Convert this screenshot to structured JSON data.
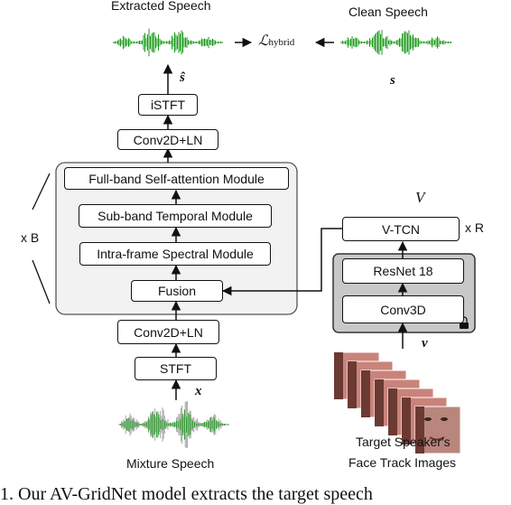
{
  "labels": {
    "extracted_speech": "Extracted Speech",
    "clean_speech": "Clean Speech",
    "loss": "ℒ",
    "loss_sub": "hybrid",
    "s_hat": "ŝ",
    "s": "s",
    "mixture_speech": "Mixture Speech",
    "x": "x",
    "v": "v",
    "V": "V",
    "xB": "x B",
    "xR": "x R",
    "face_line1": "Target Speaker's",
    "face_line2": "Face Track Images"
  },
  "blocks": {
    "istft": "iSTFT",
    "conv_top": "Conv2D+LN",
    "full_band": "Full-band Self-attention Module",
    "sub_band": "Sub-band Temporal Module",
    "intra_frame": "Intra-frame Spectral Module",
    "fusion": "Fusion",
    "conv_bottom": "Conv2D+LN",
    "stft": "STFT",
    "vtcn": "V-TCN",
    "resnet": "ResNet 18",
    "conv3d": "Conv3D"
  },
  "caption": "1. Our AV-GridNet model extracts the target speech",
  "colors": {
    "waveform_green": "#1a9a1a",
    "waveform_gray": "#a8a8a8",
    "group_fill": "#f2f2f2",
    "visual_fill": "#c8c8c8",
    "face_tone": "#c9837a"
  }
}
